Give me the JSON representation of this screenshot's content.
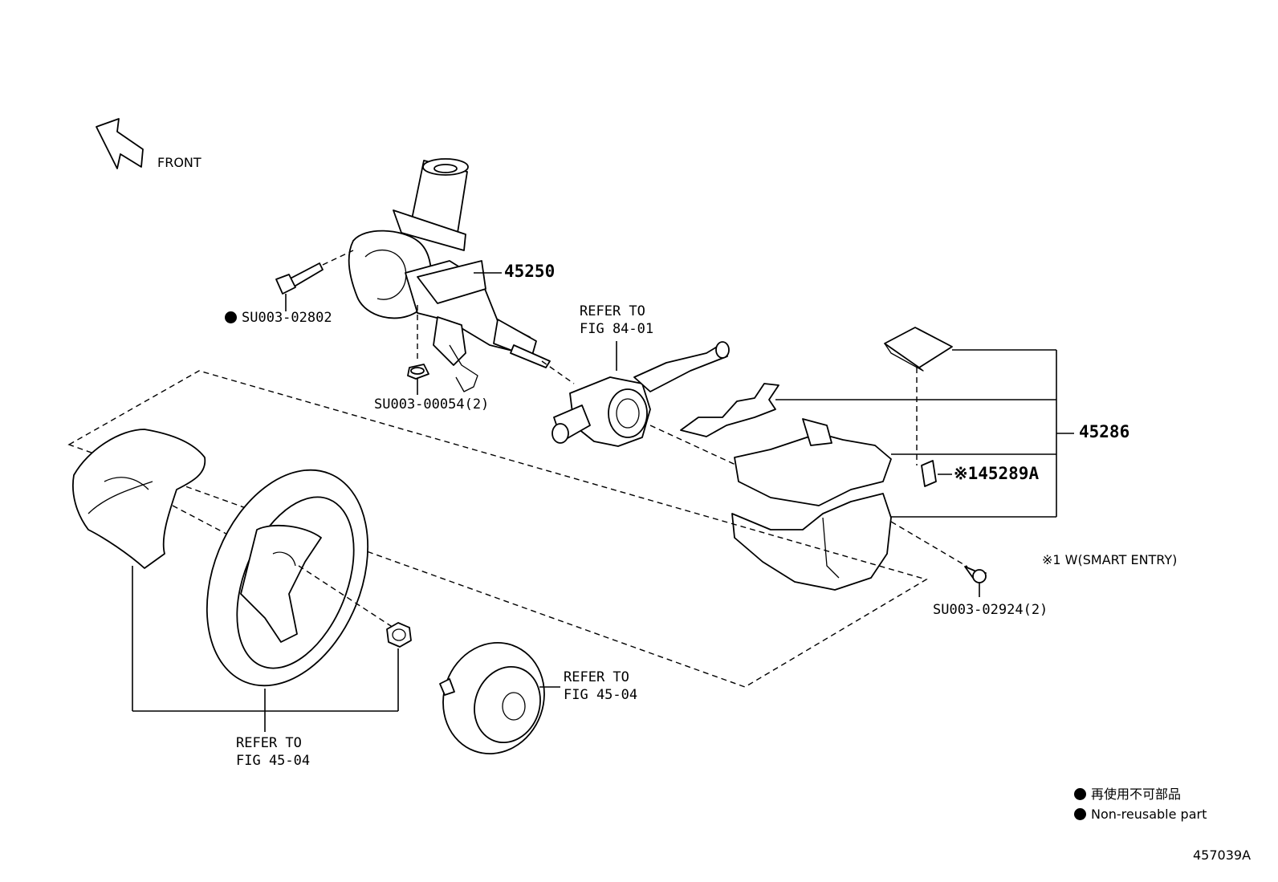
{
  "front_label": "FRONT",
  "callouts": {
    "column": "45250",
    "bolt": "SU003-02802",
    "nut": "SU003-00054(2)",
    "switch_ref_1": "REFER TO",
    "switch_ref_2": "FIG 84-01",
    "cover": "45286",
    "clip": "※145289A",
    "screw": "SU003-02924(2)",
    "note": "※1 W(SMART ENTRY)",
    "wheel_ref_1": "REFER TO",
    "wheel_ref_2": "FIG 45-04",
    "airbag_ref_1": "REFER TO",
    "airbag_ref_2": "FIG 45-04"
  },
  "legend": {
    "jp": "再使用不可部品",
    "en": "Non-reusable part"
  },
  "diagram_id": "457039A"
}
